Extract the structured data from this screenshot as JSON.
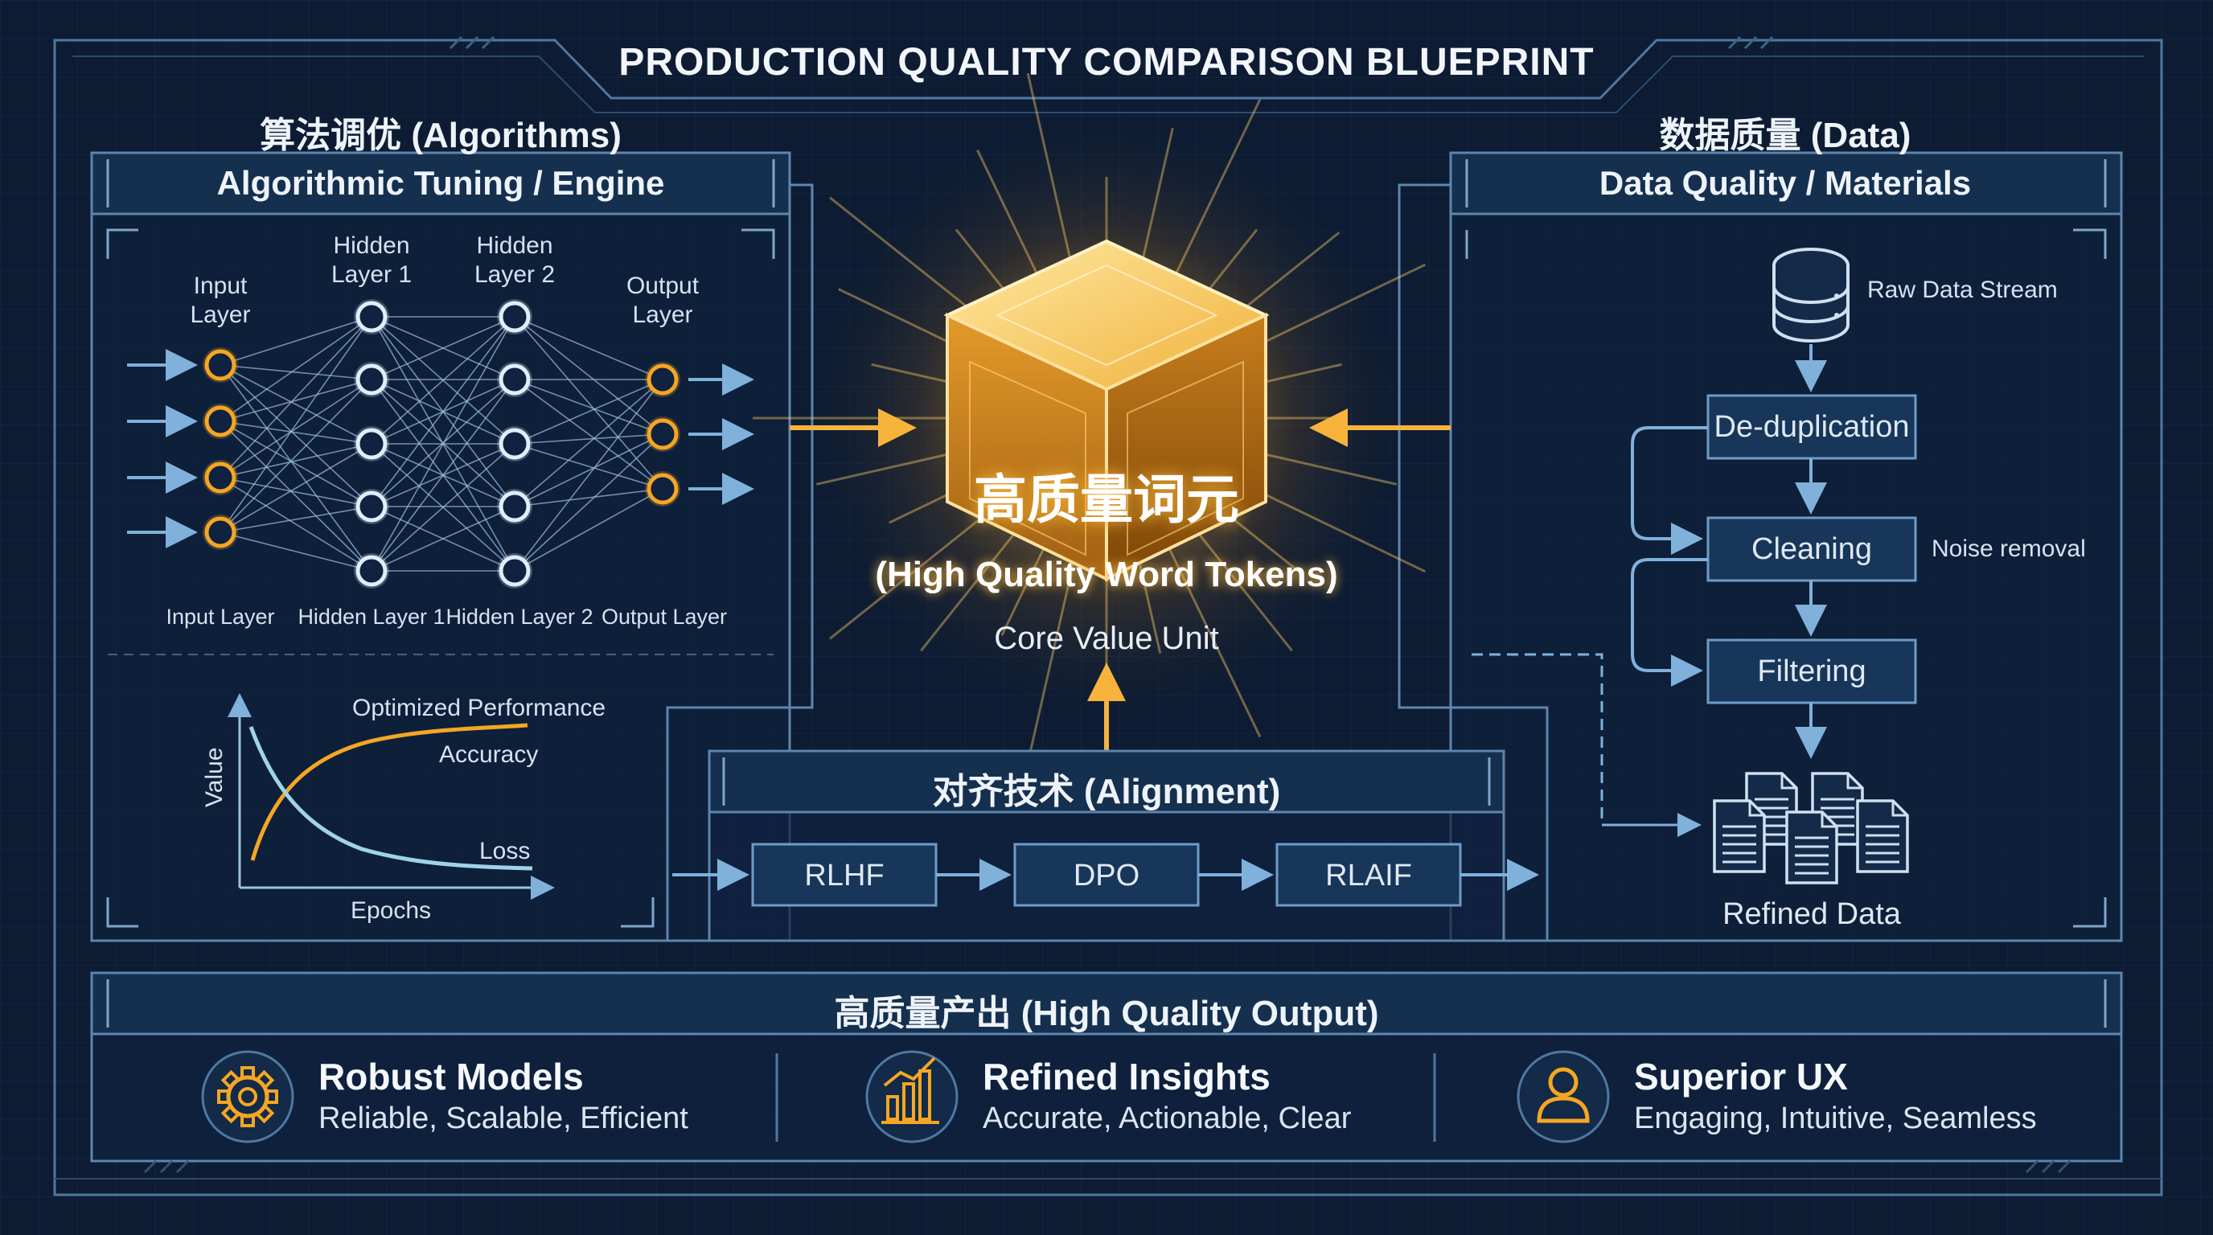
{
  "header": {
    "title": "PRODUCTION QUALITY COMPARISON BLUEPRINT"
  },
  "left": {
    "section_title": "算法调优 (Algorithms)",
    "panel_title": "Algorithmic Tuning / Engine",
    "nn_top_labels": [
      "Input\nLayer",
      "Hidden\nLayer 1",
      "Hidden\nLayer 2",
      "Output\nLayer"
    ],
    "nn_bottom_labels": [
      "Input Layer",
      "Hidden Layer 1",
      "Hidden Layer 2",
      "Output Layer"
    ],
    "chart": {
      "title": "Optimized Performance",
      "accuracy_label": "Accuracy",
      "loss_label": "Loss",
      "ylabel": "Value",
      "xlabel": "Epochs"
    }
  },
  "center": {
    "core_cn": "高质量词元",
    "core_en": "(High Quality Word Tokens)",
    "core_sub": "Core Value Unit",
    "alignment_title": "对齐技术 (Alignment)",
    "steps": [
      "RLHF",
      "DPO",
      "RLAIF"
    ]
  },
  "right": {
    "section_title": "数据质量 (Data)",
    "panel_title": "Data Quality / Materials",
    "raw_label": "Raw Data Stream",
    "steps": [
      "De-duplication",
      "Cleaning",
      "Filtering"
    ],
    "noise_label": "Noise removal",
    "refined_label": "Refined Data"
  },
  "output": {
    "title": "高质量产出 (High Quality Output)",
    "items": [
      {
        "icon": "gear-icon",
        "heading": "Robust Models",
        "sub": "Reliable, Scalable, Efficient"
      },
      {
        "icon": "bar-chart-icon",
        "heading": "Refined Insights",
        "sub": "Accurate, Actionable, Clear"
      },
      {
        "icon": "user-icon",
        "heading": "Superior UX",
        "sub": "Engaging, Intuitive, Seamless"
      }
    ]
  },
  "colors": {
    "background": "#0d1c33",
    "line": "#5d86ad",
    "accent": "#f5a623",
    "glow": "#ffd77a"
  }
}
